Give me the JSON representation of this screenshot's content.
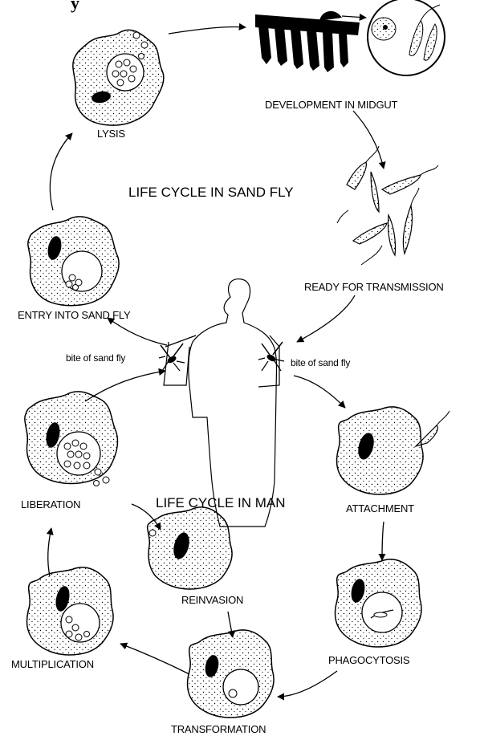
{
  "diagram": {
    "top_cut_text": "y",
    "sandfly_cycle_title": "LIFE CYCLE IN SAND FLY",
    "man_cycle_title": "LIFE CYCLE IN MAN",
    "bite_left": "bite of sand fly",
    "bite_right": "bite of sand fly",
    "stages": {
      "lysis": "LYSIS",
      "development": "DEVELOPMENT IN MIDGUT",
      "ready": "READY FOR TRANSMISSION",
      "entry": "ENTRY INTO SAND FLY",
      "attachment": "ATTACHMENT",
      "phagocytosis": "PHAGOCYTOSIS",
      "transformation": "TRANSFORMATION",
      "reinvasion": "REINVASION",
      "multiplication": "MULTIPLICATION",
      "liberation": "LIBERATION"
    }
  }
}
